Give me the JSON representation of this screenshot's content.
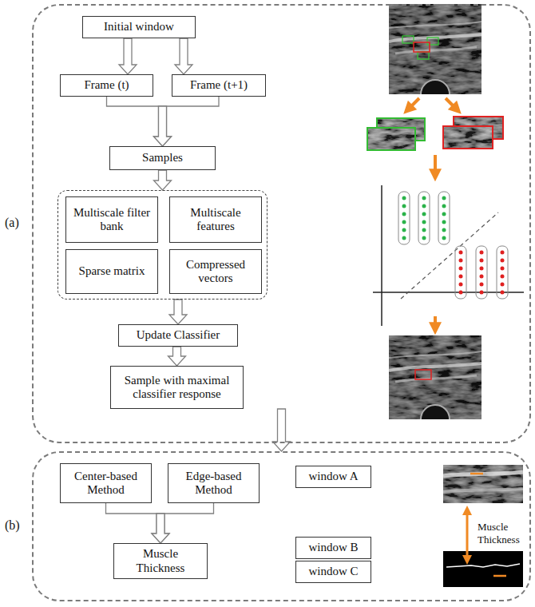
{
  "diagram": {
    "nodes": [
      {
        "text": [
          "(a)"
        ]
      },
      {
        "text": [
          "Initial window"
        ],
        "in": 0
      },
      {
        "text": [
          "Frame (t)"
        ],
        "in": 0
      },
      {
        "text": [
          "Frame (t+1)"
        ],
        "in": 0
      },
      {
        "text": [
          "Samples"
        ],
        "in": 0
      },
      {
        "text": [],
        "in": 0
      },
      {
        "text": [
          "Multiscale filter bank"
        ],
        "in": 5
      },
      {
        "text": [
          "Multiscale features"
        ],
        "in": 5
      },
      {
        "text": [
          "Sparse matrix"
        ],
        "in": 5
      },
      {
        "text": [
          "Compressed vectors"
        ],
        "in": 5
      },
      {
        "text": [
          "Update Classifier"
        ],
        "in": 0
      },
      {
        "text": [
          "Sample with maximal classifier response"
        ],
        "in": 0
      },
      {
        "text": [
          "(b)"
        ]
      },
      {
        "text": [
          "Center-based Method"
        ],
        "in": 12
      },
      {
        "text": [
          "Edge-based Method"
        ],
        "in": 12
      },
      {
        "text": [
          "Muscle Thickness"
        ],
        "in": 12
      },
      {
        "text": [
          "window A"
        ],
        "in": 12
      },
      {
        "text": [
          "window B"
        ],
        "in": 12
      },
      {
        "text": [
          "window C"
        ],
        "in": 12
      }
    ],
    "edges": [
      {
        "from": 1,
        "to": 2,
        "arrow": "to"
      },
      {
        "from": 1,
        "to": 3,
        "arrow": "to"
      },
      {
        "from": 2,
        "to": 4,
        "arrow": "to"
      },
      {
        "from": 3,
        "to": 4,
        "arrow": "to"
      },
      {
        "from": 4,
        "to": 5,
        "arrow": "to"
      },
      {
        "from": 5,
        "to": 10,
        "arrow": "to"
      },
      {
        "from": 10,
        "to": 11,
        "arrow": "to"
      },
      {
        "from": 11,
        "to": 12,
        "arrow": "to"
      },
      {
        "from": 13,
        "to": 15,
        "arrow": "to"
      },
      {
        "from": 14,
        "to": 15,
        "arrow": "to"
      }
    ],
    "labels": [
      "Muscle Thickness"
    ]
  }
}
